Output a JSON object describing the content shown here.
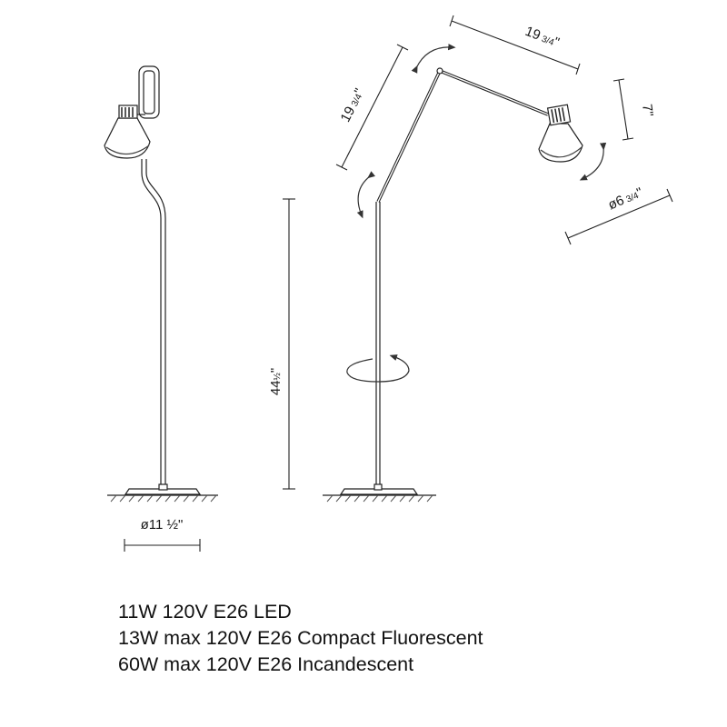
{
  "dimensions": {
    "height_main": "44",
    "height_frac": "½",
    "height_unit": "\"",
    "base_diameter": "ø11 ½\"",
    "arm_upper": "19",
    "arm_upper_frac": "3/4",
    "arm_upper_unit": "\"",
    "arm_lower": "19",
    "arm_lower_frac": "3/4",
    "arm_lower_unit": "\"",
    "shade_height": "7\"",
    "shade_diameter": "ø6",
    "shade_diameter_frac": "3/4",
    "shade_diameter_unit": "\""
  },
  "specs": [
    "11W 120V E26 LED",
    "13W max 120V E26 Compact Fluorescent",
    "60W max 120V E26 Incandescent"
  ]
}
